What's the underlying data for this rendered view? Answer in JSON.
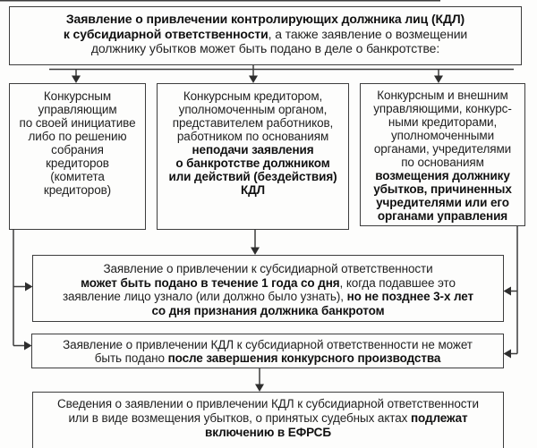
{
  "colors": {
    "line": "#3d3d3d",
    "border": "#3d3d3d",
    "arrow_fill": "#2e2e2e",
    "text": "#1f1f1f",
    "background": "#fdfdfc"
  },
  "boxes": {
    "title": {
      "bold": "Заявление о привлечении контролирующих должника лиц (КДЛ)\nк субсидиарной ответственности",
      "regular": ", а также заявление о возмещении\nдолжнику убытков может быть подано в деле о банкротстве:"
    },
    "left": {
      "text": "Конкурсным\nуправляющим\nпо своей инициативе\nлибо по решению\nсобрания\nкредиторов\n(комитета\nкредиторов)"
    },
    "middle": {
      "regular": "Конкурсным кредитором,\nуполномоченным органом,\nпредставителем работников,\nработником по основаниям\n",
      "bold": "неподачи заявления\nо банкротстве должником\nили действий (бездействия)\nКДЛ"
    },
    "right": {
      "regular": "Конкурсным и внешним\nуправляющими, конкурс-\nными кредиторами,\nуполномоченными\nорганами, учредителями\nпо основаниям\n",
      "bold": "возмещения должнику\nубытков, причиненных\nучредителями или его\nорганами управления"
    },
    "deadline": {
      "regular1": "Заявление о привлечении к субсидиарной ответственности\n",
      "bold1": "может быть подано в течение 1 года со дня",
      "regular2": ", когда подавшее это\nзаявление лицо узнало (или должно было узнать), ",
      "bold2": "но не позднее 3-х лет\nсо дня признания должника банкротом"
    },
    "closure": {
      "regular": "Заявление о привлечении КДЛ к субсидиарной ответственности не может\nбыть подано ",
      "bold": "после завершения конкурсного производства"
    },
    "efrsb": {
      "regular": "Сведения о заявлении о привлечении КДЛ к субсидиарной ответственности\nили в виде возмещения убытков, о принятых судебных актах ",
      "bold": "подлежат\nвключению в ЕФРСБ"
    }
  }
}
